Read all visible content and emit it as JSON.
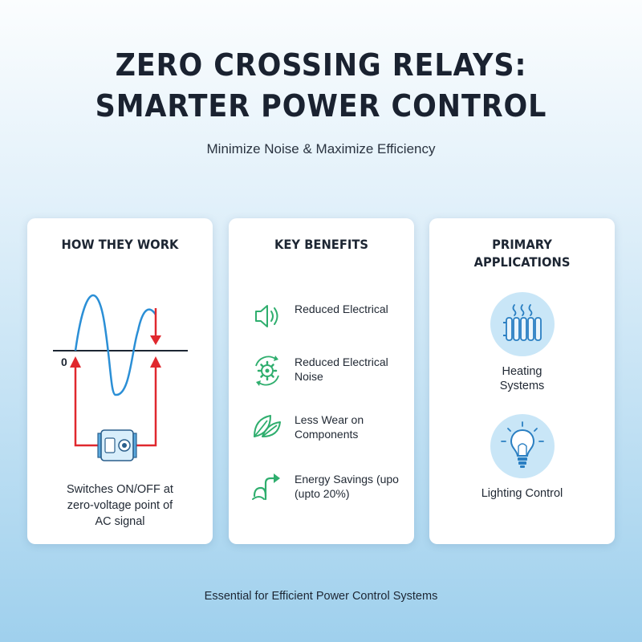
{
  "header": {
    "title_line1": "ZERO CROSSING RELAYS:",
    "title_line2": "SMARTER POWER CONTROL",
    "subtitle": "Minimize Noise & Maximize Efficiency"
  },
  "cards": {
    "how": {
      "title": "HOW THEY WORK",
      "zero_label": "0",
      "caption_line1": "Switches ON/OFF at",
      "caption_line2": "zero-voltage point of",
      "caption_line3": "AC signal",
      "icons": [
        "sine-wave-icon",
        "red-arrow-icon",
        "relay-module-icon"
      ]
    },
    "benefits": {
      "title": "KEY BENEFITS",
      "items": [
        {
          "icon": "speaker-icon",
          "line1": "Reduced Electrical",
          "line2": ""
        },
        {
          "icon": "gear-cycle-icon",
          "line1": "Reduced Electrical",
          "line2": "Noise"
        },
        {
          "icon": "leaves-icon",
          "line1": "Less Wear on",
          "line2": "Components"
        },
        {
          "icon": "upward-arrow-icon",
          "line1": "Energy Savings (upo",
          "line2": "(upto 20%)"
        }
      ]
    },
    "applications": {
      "title_line1": "PRIMARY",
      "title_line2": "APPLICATIONS",
      "items": [
        {
          "icon": "radiator-icon",
          "line1": "Heating",
          "line2": "Systems"
        },
        {
          "icon": "light-bulb-icon",
          "line1": "Lighting Control",
          "line2": ""
        }
      ]
    }
  },
  "footer": "Essential for Efficient Power Control Systems",
  "colors": {
    "wave": "#2b8fd6",
    "arrow": "#e0282e",
    "benefit_icon": "#2fae6e",
    "app_icon": "#2a7fc2",
    "app_circle": "#c9e6f7"
  }
}
